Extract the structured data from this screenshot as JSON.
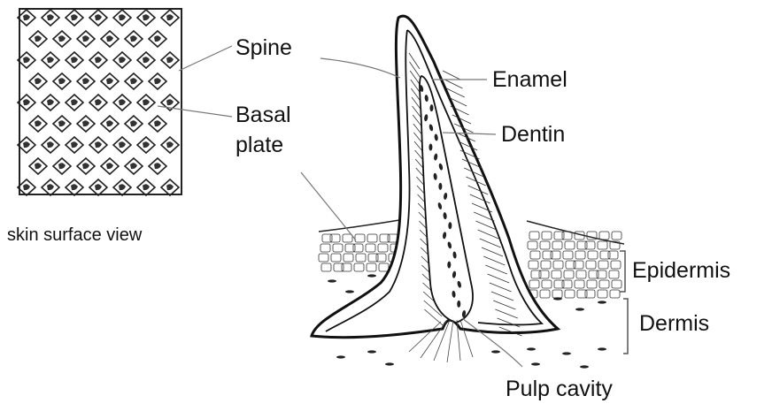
{
  "diagram": {
    "caption": "skin surface view",
    "labels": {
      "spine": "Spine",
      "enamel": "Enamel",
      "dentin": "Dentin",
      "basal_line1": "Basal",
      "basal_line2": "plate",
      "epidermis": "Epidermis",
      "dermis": "Dermis",
      "pulp": "Pulp cavity"
    },
    "colors": {
      "ink": "#111111",
      "leader": "#777777",
      "background": "#ffffff"
    }
  }
}
